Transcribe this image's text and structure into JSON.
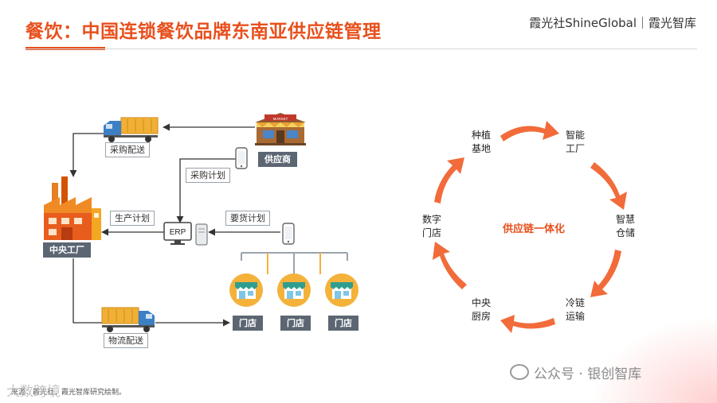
{
  "header": {
    "title": "餐饮：中国连锁餐饮品牌东南亚供应链管理",
    "brand": "霞光社ShineGlobal｜霞光智库"
  },
  "flow": {
    "procurement_delivery": "采购配送",
    "supplier": "供应商",
    "procurement_plan": "采购计划",
    "production_plan": "生产计划",
    "erp": "ERP",
    "order_plan": "要货计划",
    "central_factory": "中央工厂",
    "logistics_delivery": "物流配送",
    "store_1": "门店",
    "store_2": "门店",
    "store_3": "门店",
    "market_sign": "MARKET"
  },
  "cycle": {
    "center": "供应链一体化",
    "nodes": {
      "planting": [
        "种植",
        "基地"
      ],
      "smart_factory": [
        "智能",
        "工厂"
      ],
      "smart_storage": [
        "智慧",
        "仓储"
      ],
      "cold_chain": [
        "冷链",
        "运输"
      ],
      "central_kitchen": [
        "中央",
        "厨房"
      ],
      "digital_store": [
        "数字",
        "门店"
      ]
    }
  },
  "footer": {
    "wechat": "公众号 · 银创智库",
    "source": "来源：霞光社，霞光智库研究绘制。",
    "watermark": "大数跨境"
  },
  "colors": {
    "accent": "#e8501d",
    "arrow": "#f26b3a",
    "label_dark": "#5c6673"
  }
}
